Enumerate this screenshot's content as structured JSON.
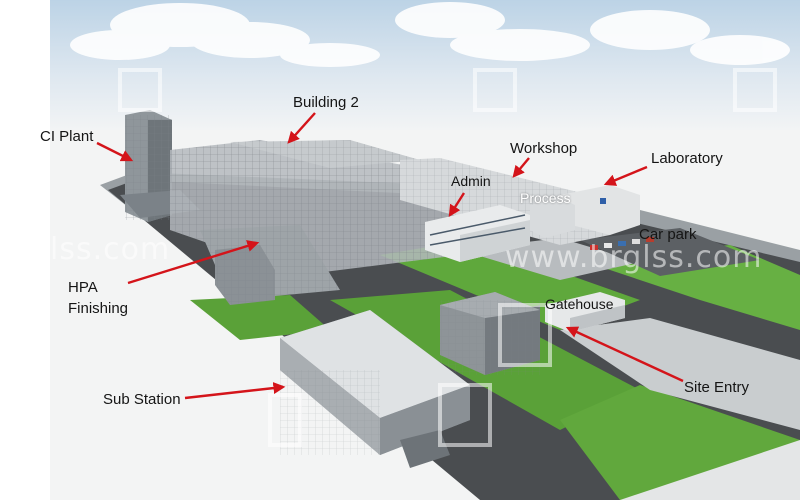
{
  "labels": {
    "ci_plant": "CI Plant",
    "building_2": "Building 2",
    "workshop": "Workshop",
    "laboratory": "Laboratory",
    "admin": "Admin",
    "process": "Process",
    "car_park": "Car park",
    "hpa_finishing_line1": "HPA",
    "hpa_finishing_line2": "Finishing",
    "gatehouse": "Gatehouse",
    "site_entry": "Site Entry",
    "sub_station": "Sub Station"
  },
  "watermark": {
    "url_left": "lss.com",
    "url_right": "www.brglss.com"
  },
  "colors": {
    "arrow": "#d4141a",
    "grass": "#5fa83c",
    "road": "#4a4d50",
    "sky": "#cfe0ee"
  }
}
